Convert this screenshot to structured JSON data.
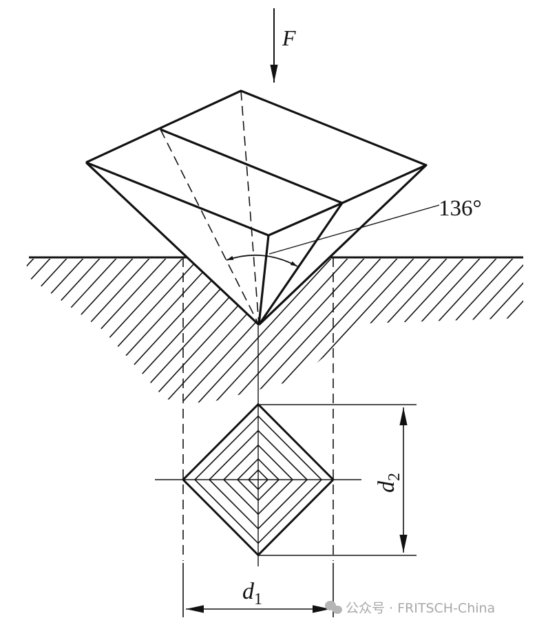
{
  "force_label": "F",
  "angle_label": "136°",
  "d1_label": {
    "symbol": "d",
    "subscript": "1"
  },
  "d2_label": {
    "symbol": "d",
    "subscript": "2"
  },
  "watermark": {
    "text": "公众号 · FRITSCH-China",
    "icon": "wechat-icon"
  },
  "colors": {
    "line": "#111111",
    "watermark": "#a8a8a8"
  }
}
